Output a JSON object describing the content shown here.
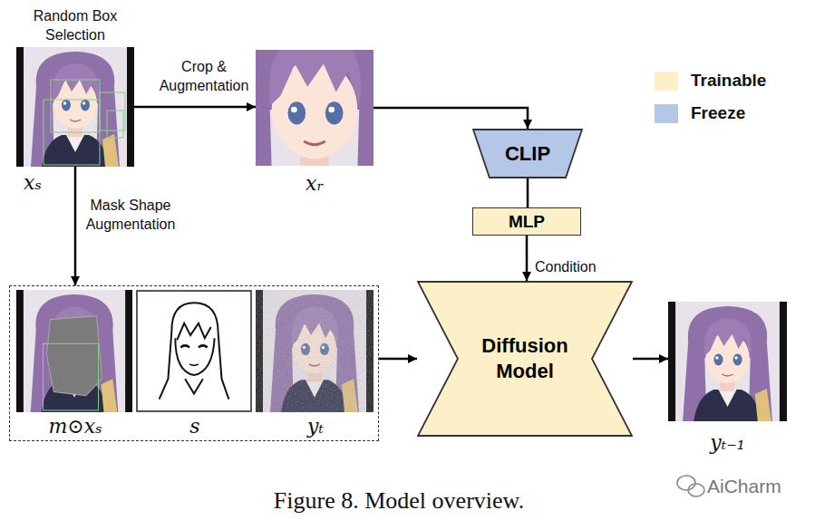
{
  "diagram": {
    "caption": "Figure 8. Model overview.",
    "nodes": [
      {
        "text": [
          "Random Box Selection",
          "xₛ"
        ]
      },
      {
        "text": [
          "xᵣ"
        ]
      },
      {
        "text": [
          "CLIP"
        ]
      },
      {
        "text": [
          "MLP"
        ]
      },
      {
        "text": []
      },
      {
        "text": [
          "m⊙xₛ"
        ],
        "in": 4
      },
      {
        "text": [
          "s"
        ],
        "in": 4
      },
      {
        "text": [
          "yₜ"
        ],
        "in": 4
      },
      {
        "text": [
          "Diffusion Model"
        ]
      },
      {
        "text": [
          "yₜ₋₁"
        ]
      }
    ],
    "edges": [
      {
        "from": 0,
        "to": 1,
        "arrow": "to",
        "label": "Crop & Augmentation"
      },
      {
        "from": 0,
        "to": 4,
        "arrow": "to",
        "label": "Mask Shape Augmentation"
      },
      {
        "from": 1,
        "to": 2,
        "arrow": "to"
      },
      {
        "from": 2,
        "to": 3,
        "arrow": "none"
      },
      {
        "from": 3,
        "to": 8,
        "arrow": "to",
        "label": "Condition"
      },
      {
        "from": 4,
        "to": 8,
        "arrow": "to"
      },
      {
        "from": 8,
        "to": 9,
        "arrow": "to"
      }
    ],
    "labels": [
      "AiCharm"
    ],
    "legend": [
      {
        "text": "Trainable",
        "color": "#fdf0c9"
      },
      {
        "text": "Freeze",
        "color": "#b4c7e7"
      }
    ]
  }
}
